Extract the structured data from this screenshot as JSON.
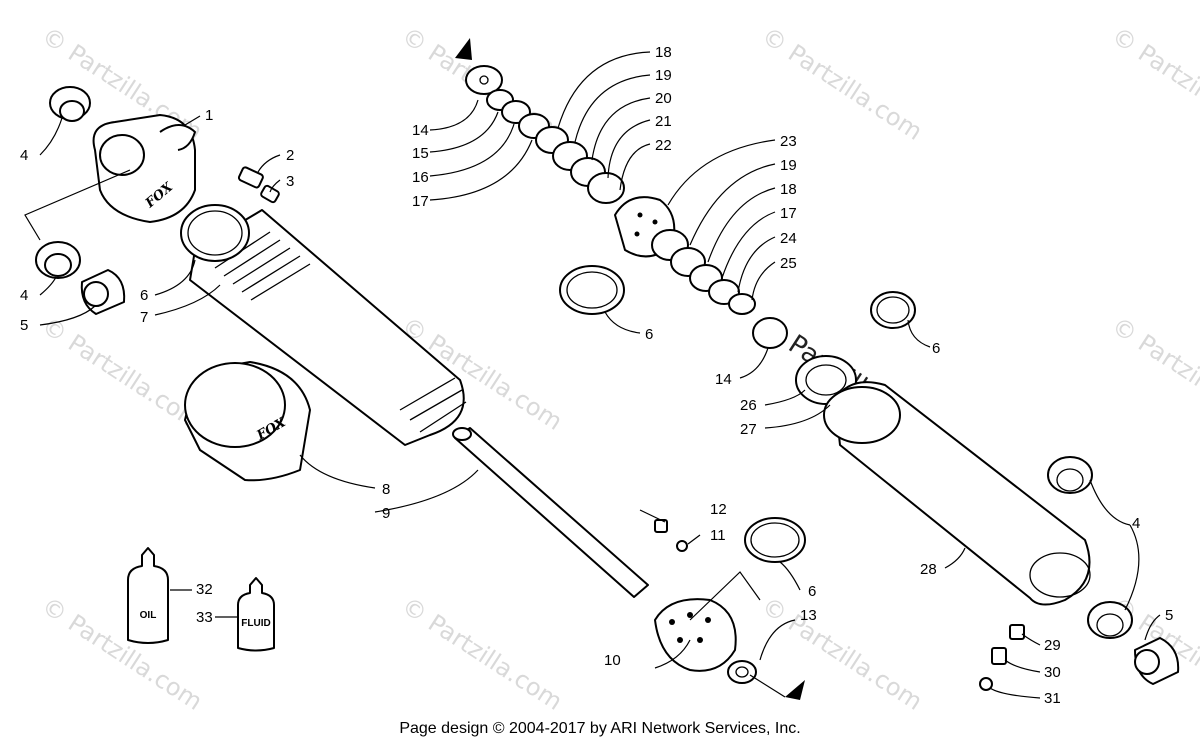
{
  "footer": "Page design © 2004-2017 by ARI Network Services, Inc.",
  "watermark": "© Partzilla.com",
  "bottles": {
    "oil": "OIL",
    "fluid": "FLUID"
  },
  "brand": "FOX",
  "callouts": [
    {
      "n": "1"
    },
    {
      "n": "2"
    },
    {
      "n": "3"
    },
    {
      "n": "4"
    },
    {
      "n": "4"
    },
    {
      "n": "5"
    },
    {
      "n": "6"
    },
    {
      "n": "7"
    },
    {
      "n": "8"
    },
    {
      "n": "9"
    },
    {
      "n": "14"
    },
    {
      "n": "15"
    },
    {
      "n": "16"
    },
    {
      "n": "17"
    },
    {
      "n": "18"
    },
    {
      "n": "19"
    },
    {
      "n": "20"
    },
    {
      "n": "21"
    },
    {
      "n": "22"
    },
    {
      "n": "23"
    },
    {
      "n": "19"
    },
    {
      "n": "18"
    },
    {
      "n": "17"
    },
    {
      "n": "24"
    },
    {
      "n": "25"
    },
    {
      "n": "6"
    },
    {
      "n": "14"
    },
    {
      "n": "26"
    },
    {
      "n": "27"
    },
    {
      "n": "6"
    },
    {
      "n": "12"
    },
    {
      "n": "11"
    },
    {
      "n": "6"
    },
    {
      "n": "13"
    },
    {
      "n": "10"
    },
    {
      "n": "32"
    },
    {
      "n": "33"
    },
    {
      "n": "28"
    },
    {
      "n": "4"
    },
    {
      "n": "5"
    },
    {
      "n": "29"
    },
    {
      "n": "30"
    },
    {
      "n": "31"
    }
  ]
}
